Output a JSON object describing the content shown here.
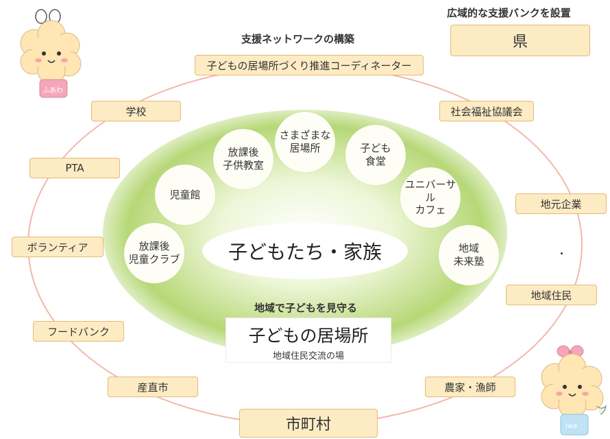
{
  "headings": {
    "network": "支援ネットワークの構築",
    "bank": "広域的な支援バンクを設置",
    "watch": "地域で子どもを見守る"
  },
  "boxes": {
    "prefecture": "県",
    "municipality": "市町村",
    "coordinator": "子どもの居場所づくり推進コーディネーター",
    "school": "学校",
    "council": "社会福祉協議会",
    "pta": "PTA",
    "local_business": "地元企業",
    "volunteer": "ボランティア",
    "residents": "地域住民",
    "food_bank": "フードバンク",
    "direct_market": "産直市",
    "farmers": "農家・漁師"
  },
  "circles": {
    "after_school_class": "放課後\n子供教室",
    "various_places": "さまざまな\n居場所",
    "kids_cafeteria": "子ども\n食堂",
    "childrens_hall": "児童館",
    "universal_cafe": "ユニバーサル\nカフェ",
    "after_school_club": "放課後\n児童クラブ",
    "future_school": "地域\n未来塾"
  },
  "center": {
    "title": "子どもたち・家族",
    "ibasho_title": "子どもの居場所",
    "ibasho_sub": "地域住民交流の場"
  },
  "mascots": {
    "left_label": "ふあわ",
    "right_label": "iwa"
  }
}
